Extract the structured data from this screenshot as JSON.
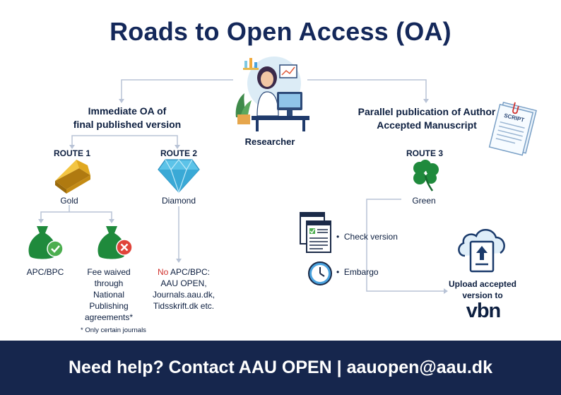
{
  "title": "Roads to Open Access (OA)",
  "researcher_label": "Researcher",
  "immediate": {
    "line1": "Immediate OA of",
    "line2": "final published version"
  },
  "parallel": {
    "line1": "Parallel publication of Author",
    "line2": "Accepted Manuscript"
  },
  "script_label": "SCRIPT",
  "routes": {
    "route1": {
      "label": "ROUTE 1",
      "name": "Gold"
    },
    "route2": {
      "label": "ROUTE 2",
      "name": "Diamond"
    },
    "route3": {
      "label": "ROUTE 3",
      "name": "Green"
    }
  },
  "gold_branches": {
    "apc": "APC/BPC",
    "fee_waived": [
      "Fee waived",
      "through",
      "National",
      "Publishing",
      "agreements*"
    ]
  },
  "diamond_detail": {
    "no": "No",
    "rest_line1": " APC/BPC:",
    "lines": [
      "AAU OPEN,",
      "Journals.aau.dk,",
      "Tidsskrift.dk etc."
    ]
  },
  "footnote": "* Only certain journals",
  "green_steps": {
    "check": "Check version",
    "embargo": "Embargo"
  },
  "upload": {
    "line1": "Upload accepted",
    "line2": "version to",
    "logo": "vbn"
  },
  "footer": "Need help? Contact AAU OPEN | aauopen@aau.dk",
  "colors": {
    "title": "#14285a",
    "footer_bg": "#16264d",
    "connector": "#b8c3d6",
    "gold": "#d9a21c",
    "diamond": "#5cc3e8",
    "moneybag": "#1f8a3c",
    "check": "#4cae4f",
    "cross": "#e0443a",
    "clover": "#1f8a3c",
    "upload_icon": "#1a3a6b"
  }
}
